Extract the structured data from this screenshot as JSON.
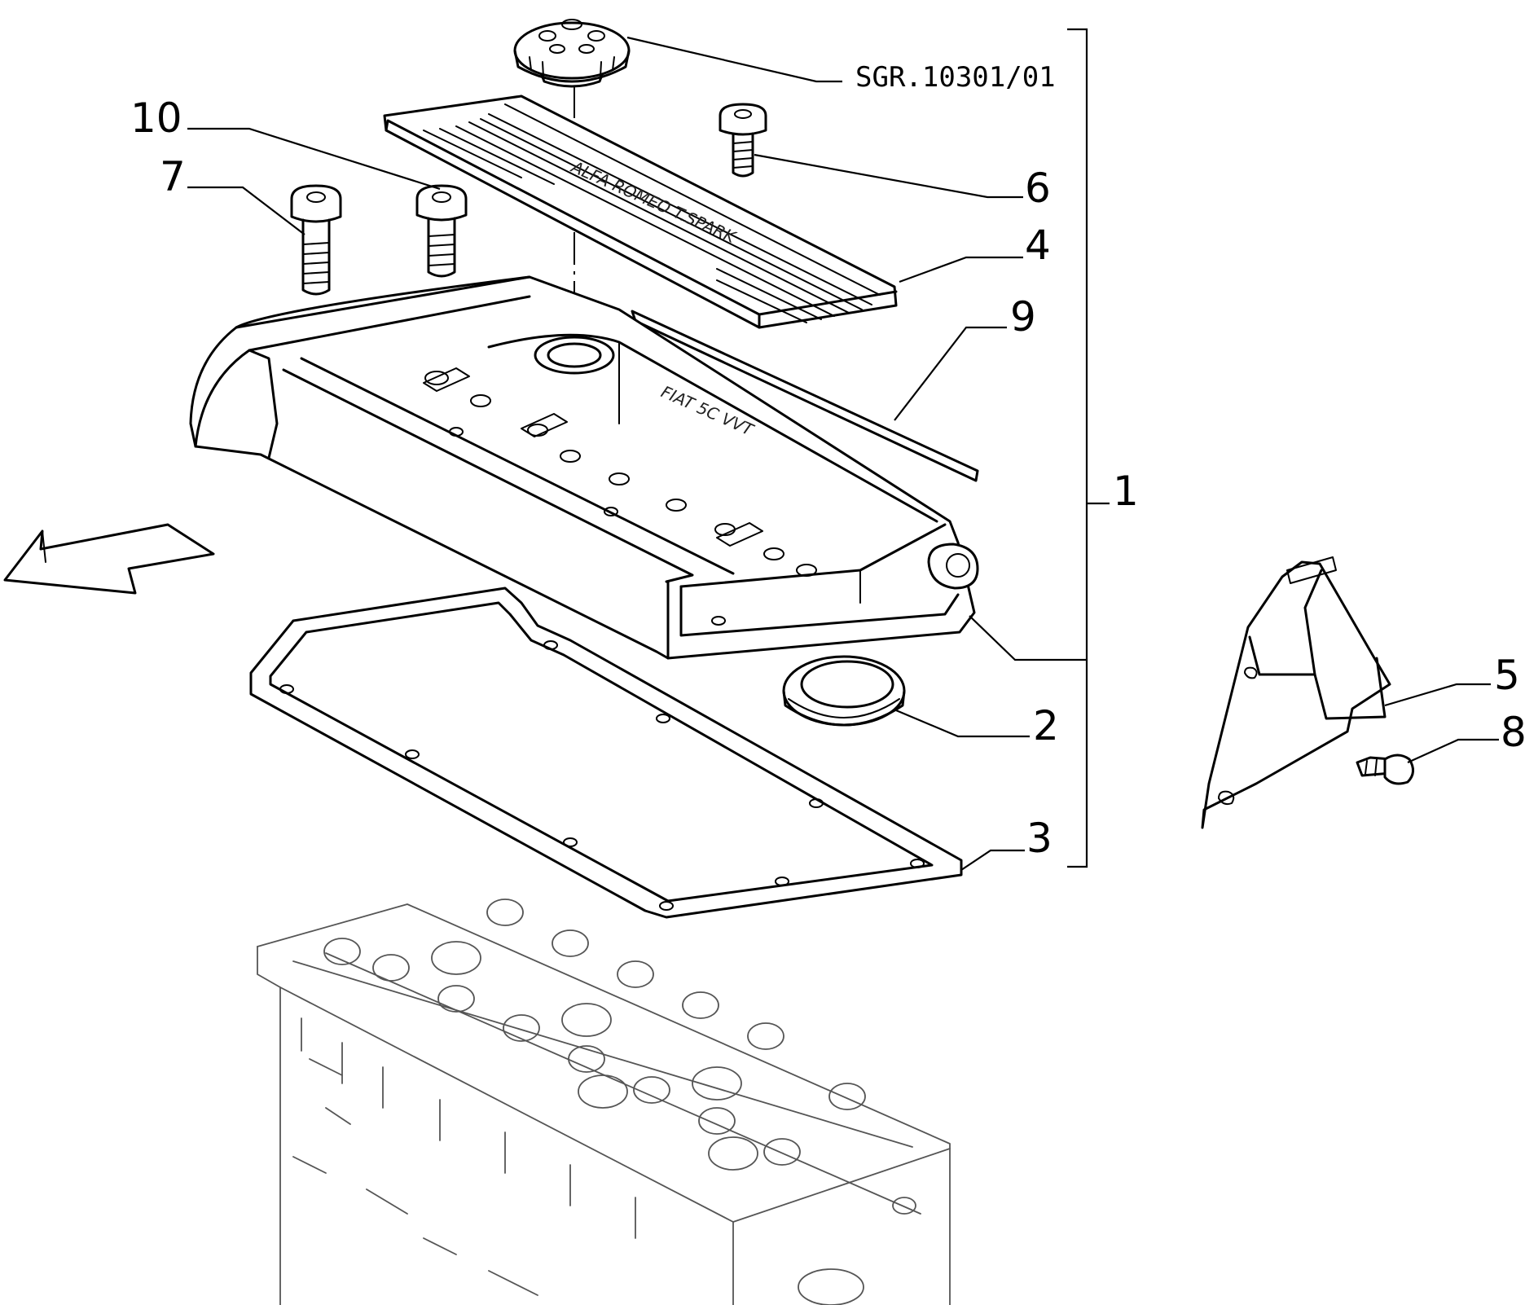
{
  "drawing_reference": "SGR.10301/01",
  "cover_lettering": "FIAT 5C VVT",
  "callouts": [
    {
      "id": "10",
      "text": "10"
    },
    {
      "id": "7",
      "text": "7"
    },
    {
      "id": "6",
      "text": "6"
    },
    {
      "id": "4",
      "text": "4"
    },
    {
      "id": "9",
      "text": "9"
    },
    {
      "id": "1",
      "text": "1"
    },
    {
      "id": "5",
      "text": "5"
    },
    {
      "id": "8",
      "text": "8"
    },
    {
      "id": "2",
      "text": "2"
    },
    {
      "id": "3",
      "text": "3"
    }
  ]
}
